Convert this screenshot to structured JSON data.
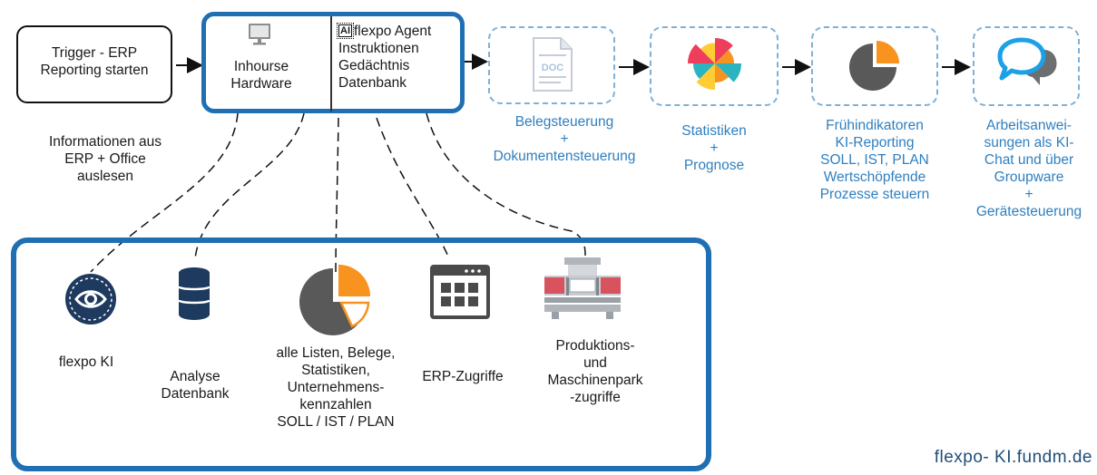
{
  "trigger": {
    "line1": "Trigger - ERP",
    "line2": "Reporting starten"
  },
  "read_info": {
    "line1": "Informationen aus",
    "line2": "ERP + Office",
    "line3": "auslesen"
  },
  "hardware": {
    "line1": "Inhourse",
    "line2": "Hardware"
  },
  "agent": {
    "ai_badge": "AI",
    "title": "flexpo Agent",
    "line2": "Instruktionen",
    "line3": "Gedächtnis",
    "line4": "Datenbank"
  },
  "steps": [
    {
      "icon_label": "DOC",
      "lines": [
        "Belegsteuerung",
        "+",
        "Dokumentensteuerung"
      ]
    },
    {
      "lines": [
        "Statistiken",
        "+",
        "Prognose"
      ]
    },
    {
      "lines": [
        "Frühindikatoren",
        "KI-Reporting",
        "SOLL, IST, PLAN",
        "Wertschöpfende",
        "Prozesse steuern"
      ]
    },
    {
      "lines": [
        "Arbeitsanwei-",
        "sungen als KI-",
        "Chat und über",
        "Groupware",
        "+",
        "Gerätesteuerung"
      ]
    }
  ],
  "bottom_items": [
    {
      "lines": [
        "flexpo KI"
      ]
    },
    {
      "lines": [
        "Analyse",
        "Datenbank"
      ]
    },
    {
      "lines": [
        "alle Listen, Belege,",
        "Statistiken,",
        "Unternehmens-",
        "kennzahlen",
        "SOLL / IST / PLAN"
      ]
    },
    {
      "lines": [
        "ERP-Zugriffe"
      ]
    },
    {
      "lines": [
        "Produktions-",
        "und",
        "Maschinenpark",
        "-zugriffe"
      ]
    }
  ],
  "footer": {
    "url": "flexpo- KI.fundm.de"
  },
  "colors": {
    "accent_blue": "#1f6fb2",
    "text_blue": "#2f7fbf",
    "dashed_border": "#7fb0d6",
    "dark_navy": "#1e3a5f",
    "orange": "#f7931e",
    "gray": "#595959"
  }
}
